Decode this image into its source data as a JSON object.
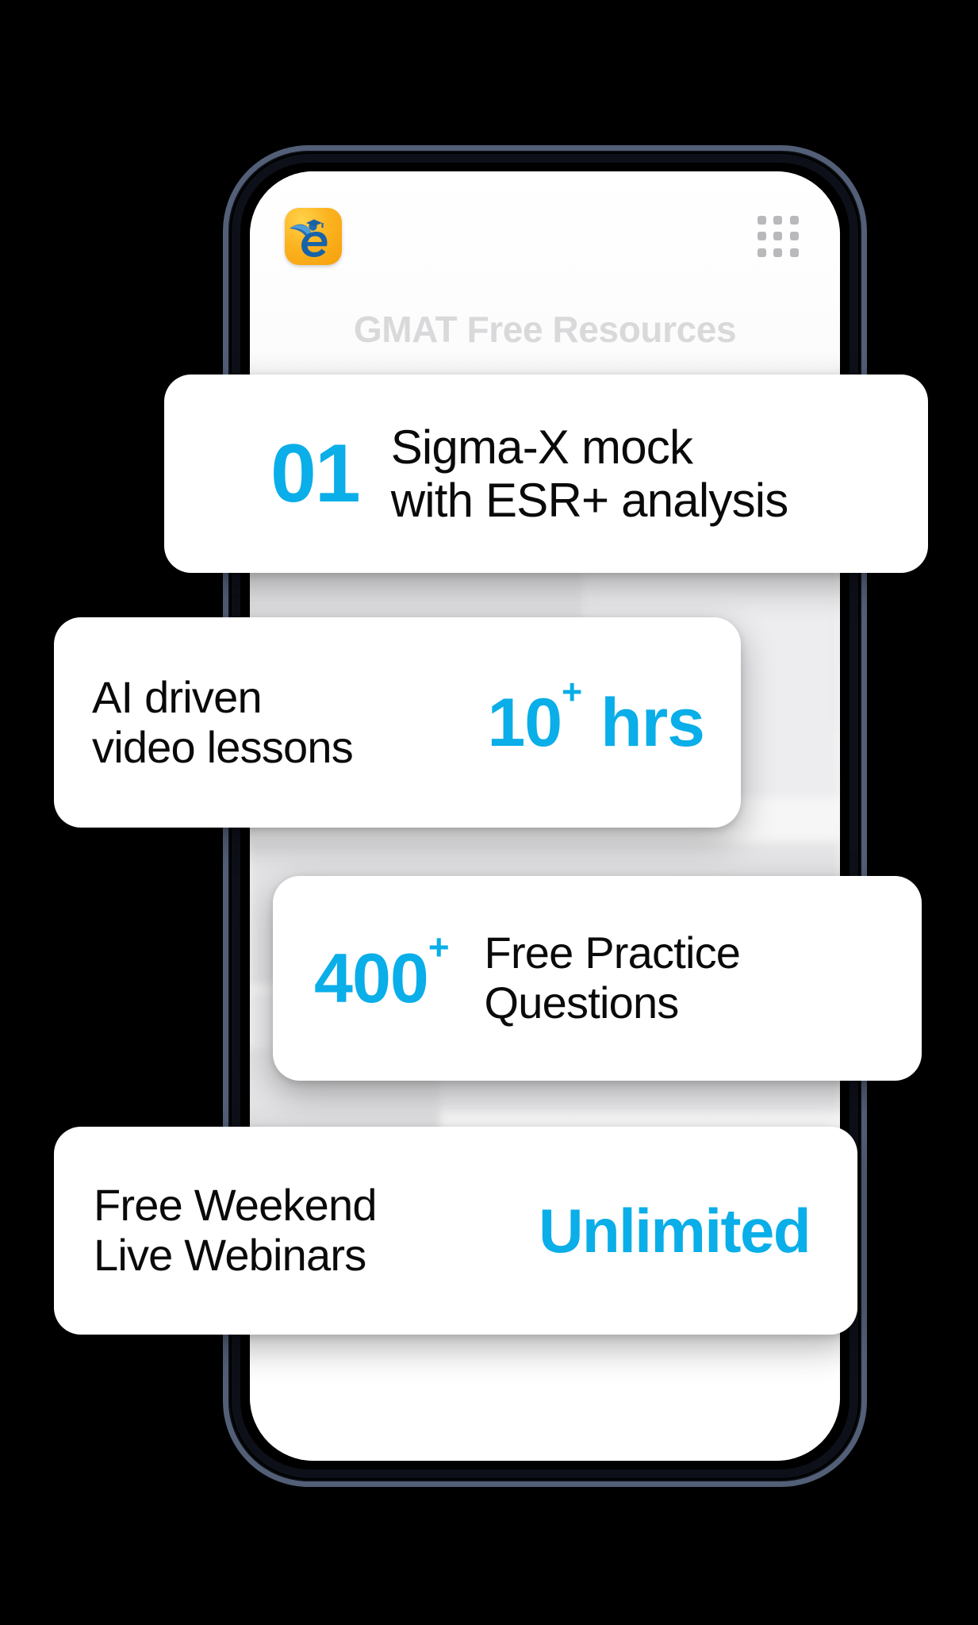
{
  "app": {
    "logo_icon": "egmat-logo-icon",
    "grid_icon": "apps-grid-icon",
    "screen_title": "GMAT Free Resources"
  },
  "colors": {
    "accent": "#0aaee8",
    "text": "#0a0a0a",
    "title_muted": "#d9d9db",
    "phone_frame": "#525f77",
    "background": "#000000",
    "logo_orange": "#fcb320"
  },
  "cards": [
    {
      "name": "sigma-x-mock-card",
      "highlight": "01",
      "highlight_sup": "",
      "text": "Sigma-X mock\nwith ESR+ analysis",
      "order": "highlight-first"
    },
    {
      "name": "ai-video-lessons-card",
      "highlight": "10",
      "highlight_sup": "+",
      "highlight_suffix": " hrs",
      "text": "AI driven\nvideo lessons",
      "order": "text-first"
    },
    {
      "name": "free-practice-questions-card",
      "highlight": "400",
      "highlight_sup": "+",
      "text": "Free Practice\nQuestions",
      "order": "highlight-first"
    },
    {
      "name": "free-weekend-webinars-card",
      "highlight": "Unlimited",
      "highlight_sup": "",
      "text": "Free Weekend\nLive Webinars",
      "order": "text-first"
    }
  ]
}
